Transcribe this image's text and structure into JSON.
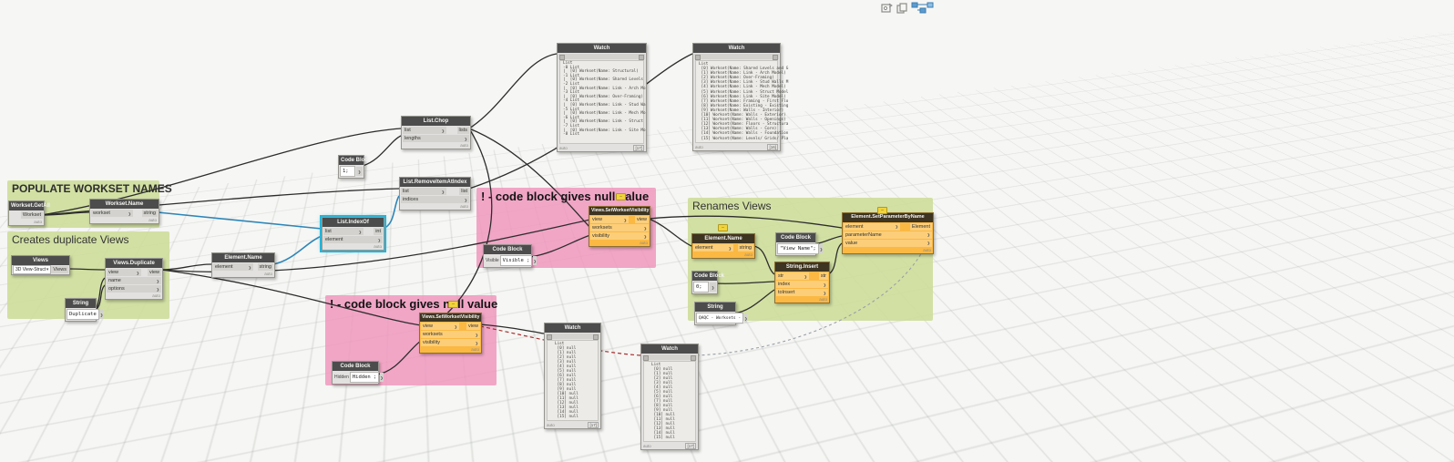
{
  "colors": {
    "group_green": "#cedd9c",
    "group_pink": "#ef91ba",
    "warning_node": "#fbb843",
    "wire_selected": "#2e86b8",
    "selection_outline": "#27b4d8",
    "canvas": "#f6f6f4"
  },
  "labels": {
    "auto": "auto"
  },
  "groups": {
    "populate": {
      "title": "POPULATE WORKSET NAMES"
    },
    "duplicate": {
      "title": "Creates duplicate Views"
    },
    "null_upper": {
      "title": "! - code block gives null value"
    },
    "null_lower": {
      "title": "! - code block gives null value"
    },
    "renames": {
      "title": "Renames Views"
    }
  },
  "nodes": {
    "worksetGetAll": {
      "title": "Workset.GetAll",
      "outputs": [
        "Workset"
      ]
    },
    "worksetName": {
      "title": "Workset.Name",
      "inputs": [
        "workset"
      ],
      "outputs": [
        "string"
      ]
    },
    "views": {
      "title": "Views",
      "value": "3D View-Struct",
      "outputs": [
        "Views"
      ]
    },
    "viewsDuplicate": {
      "title": "Views.Duplicate",
      "inputs": [
        "view",
        "name",
        "options"
      ],
      "outputs": [
        "view"
      ]
    },
    "stringDuplicate": {
      "title": "String",
      "value": "Duplicate"
    },
    "listChop": {
      "title": "List.Chop",
      "inputs": [
        "list",
        "lengths"
      ],
      "outputs": [
        "lists"
      ]
    },
    "codeBlock1": {
      "title": "Code Block",
      "code": "1;"
    },
    "listRemove": {
      "title": "List.RemoveItemAtIndex",
      "inputs": [
        "list",
        "indices"
      ],
      "outputs": [
        "list"
      ]
    },
    "listIndexOf": {
      "title": "List.IndexOf",
      "inputs": [
        "list",
        "element"
      ],
      "outputs": [
        "int"
      ]
    },
    "elementName1": {
      "title": "Element.Name",
      "inputs": [
        "element"
      ],
      "outputs": [
        "string"
      ]
    },
    "setWorksetVis1": {
      "title": "Views.SetWorksetVisibility",
      "inputs": [
        "view",
        "worksets",
        "visibility"
      ],
      "outputs": [
        "view"
      ]
    },
    "codeBlockVisible": {
      "title": "Code Block",
      "input": "Visible",
      "code": "Visible ;"
    },
    "setWorksetVis2": {
      "title": "Views.SetWorksetVisibility",
      "inputs": [
        "view",
        "worksets",
        "visibility"
      ],
      "outputs": [
        "view"
      ]
    },
    "codeBlockHidden": {
      "title": "Code Block",
      "input": "Hidden",
      "code": "Hidden ;"
    },
    "elementName2": {
      "title": "Element.Name",
      "inputs": [
        "element"
      ],
      "outputs": [
        "string"
      ]
    },
    "codeBlockViewName": {
      "title": "Code Block",
      "code": "\"View Name\";"
    },
    "setParamByName": {
      "title": "Element.SetParameterByName",
      "inputs": [
        "element",
        "parameterName",
        "value"
      ],
      "outputs": [
        "Element"
      ]
    },
    "codeBlockZero": {
      "title": "Code Block",
      "code": "0;"
    },
    "stringInsert": {
      "title": "String.Insert",
      "inputs": [
        "str",
        "index",
        "toInsert"
      ],
      "outputs": [
        "str"
      ]
    },
    "stringQAQC": {
      "title": "String",
      "value": "QAQC - Worksets -"
    }
  },
  "watches": {
    "w1": {
      "title": "Watch",
      "rows": [
        "List",
        "-0 List",
        "|  [0] Workset(Name: Structural)",
        "-1 List",
        "|  [0] Workset(Name: Shared Levels",
        "-2 List",
        "|  [0] Workset(Name: Link - Arch Mo",
        "-3 List",
        "|  [0] Workset(Name: Over-Framing)",
        "-4 List",
        "|  [0] Workset(Name: Link - Stud Wa",
        "-5 List",
        "|  [0] Workset(Name: Link - Mech Mo",
        "-6 List",
        "|  [0] Workset(Name: Link - Struct",
        "-7 List",
        "|  [0] Workset(Name: Link - Site Mo",
        "-8 List"
      ],
      "footer_left": "auto",
      "footer_right": "[17]"
    },
    "w2": {
      "title": "Watch",
      "rows": [
        "List",
        " [0] Workset(Name: Shared Levels and G",
        " [1] Workset(Name: Link - Arch Model)",
        " [2] Workset(Name: Over-Framing)",
        " [3] Workset(Name: Link - Stud Walls M",
        " [4] Workset(Name: Link - Mech Model)",
        " [5] Workset(Name: Link - Struct Model",
        " [6] Workset(Name: Link - Site Model)",
        " [7] Workset(Name: Framing - First Flo",
        " [8] Workset(Name: Existing - Existing",
        " [9] Workset(Name: Walls - Interior)",
        " [10] Workset(Name: Walls - Exterior)",
        " [11] Workset(Name: Walls - Openings)",
        " [12] Workset(Name: Floors - Structura",
        " [13] Workset(Name: Walls - Core)",
        " [14] Workset(Name: Walls - Foundation",
        " [15] Workset(Name: Levels/ Grids/ Pla"
      ],
      "footer_left": "auto",
      "footer_right": "[16]"
    },
    "w3": {
      "title": "Watch",
      "rows": [
        "List",
        " [0] null",
        " [1] null",
        " [2] null",
        " [3] null",
        " [4] null",
        " [5] null",
        " [6] null",
        " [7] null",
        " [8] null",
        " [9] null",
        " [10] null",
        " [11] null",
        " [12] null",
        " [13] null",
        " [14] null",
        " [15] null"
      ],
      "footer_left": "auto",
      "footer_right": "[17]"
    },
    "w4": {
      "title": "Watch",
      "rows": [
        "List",
        " [0] null",
        " [1] null",
        " [2] null",
        " [3] null",
        " [4] null",
        " [5] null",
        " [6] null",
        " [7] null",
        " [8] null",
        " [9] null",
        " [10] null",
        " [11] null",
        " [12] null",
        " [13] null",
        " [14] null",
        " [15] null"
      ],
      "footer_left": "auto",
      "footer_right": "[17]"
    }
  }
}
